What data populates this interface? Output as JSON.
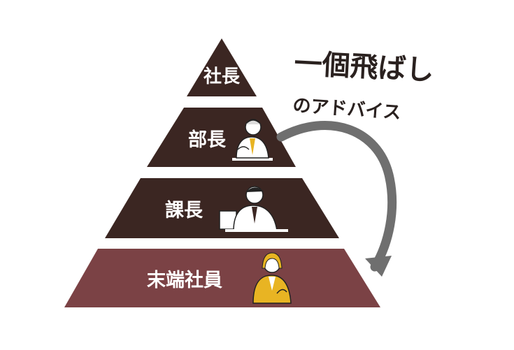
{
  "diagram": {
    "tiers": [
      {
        "label": "社長",
        "color": "#3b2622"
      },
      {
        "label": "部長",
        "color": "#3b2622"
      },
      {
        "label": "課長",
        "color": "#3b2622"
      },
      {
        "label": "末端社員",
        "color": "#7b4245"
      }
    ],
    "headline": {
      "title": "一個飛ばし",
      "subtitle": "のアドバイス"
    },
    "arrow_color": "#6f6f6f",
    "accent_color": "#e8b423"
  }
}
